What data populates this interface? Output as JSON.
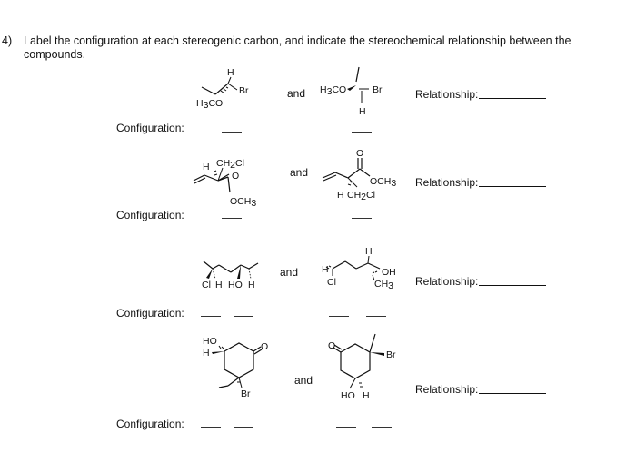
{
  "question": {
    "number": "4)",
    "text": "Label the configuration at each stereogenic carbon, and indicate the stereochemical relationship between the compounds."
  },
  "labels": {
    "and": "and",
    "relationship": "Relationship:",
    "configuration": "Configuration:"
  },
  "atoms": {
    "H": "H",
    "Br": "Br",
    "O": "O",
    "Cl": "Cl",
    "HO": "HO",
    "OH": "OH",
    "H3CO_main": "H",
    "H3CO_sub": "3",
    "H3CO_tail": "CO",
    "CH2Cl_main": "CH",
    "CH2Cl_sub": "2",
    "CH2Cl_tail": "Cl",
    "OCH3_main": "OCH",
    "OCH3_sub": "3",
    "CH3_main": "CH",
    "CH3_sub": "3"
  },
  "rows": [
    {
      "id": "row-1"
    },
    {
      "id": "row-2"
    },
    {
      "id": "row-3"
    },
    {
      "id": "row-4"
    }
  ]
}
